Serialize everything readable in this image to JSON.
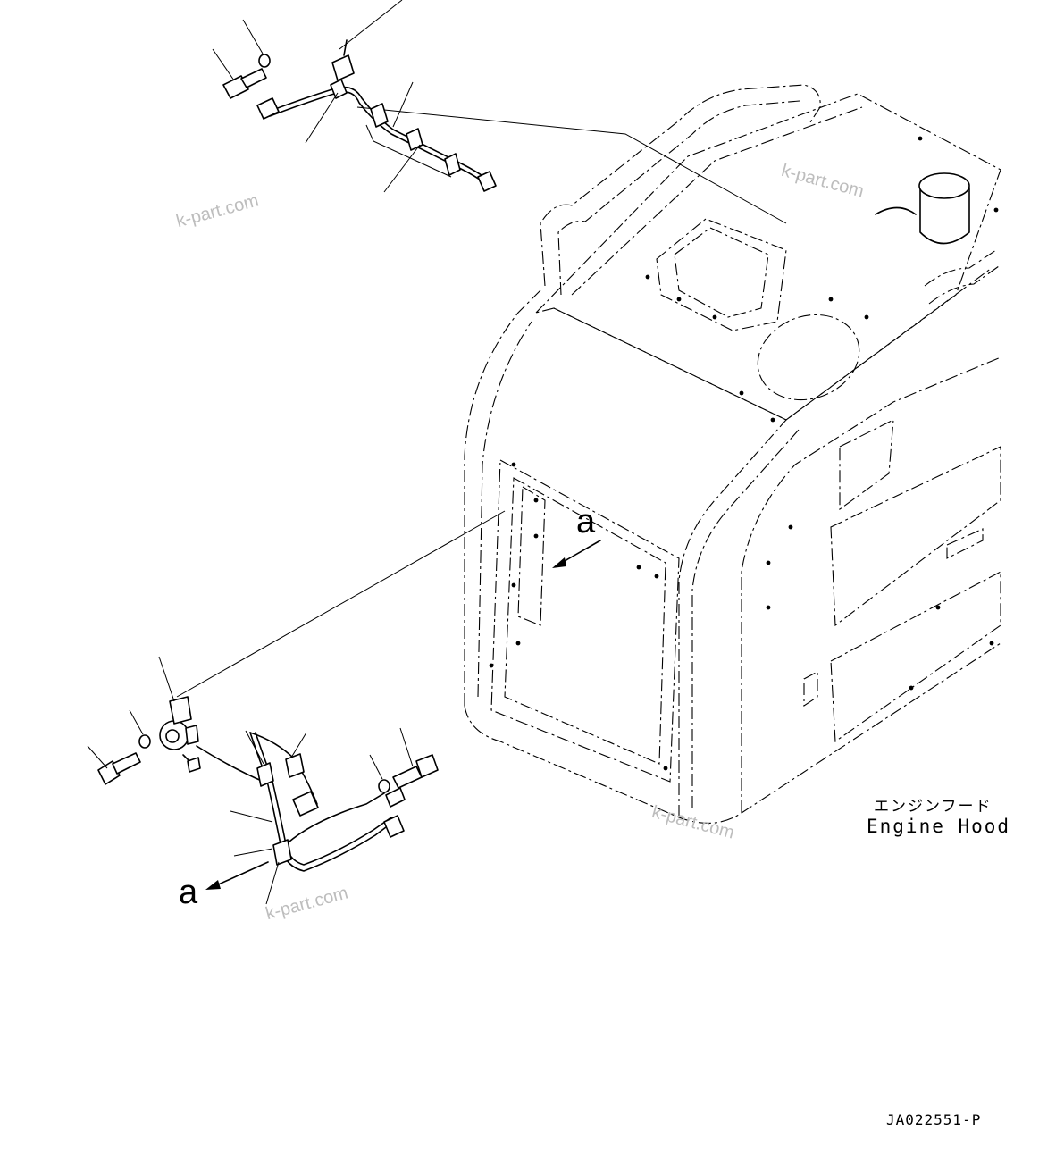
{
  "part_label": {
    "japanese": "エンジンフード",
    "english": "Engine Hood"
  },
  "view_marker": {
    "upper": "a",
    "lower": "a"
  },
  "drawing_number": "JA022551-P",
  "watermarks": [
    "k-part.com",
    "k-part.com",
    "k-part.com",
    "k-part.com"
  ]
}
